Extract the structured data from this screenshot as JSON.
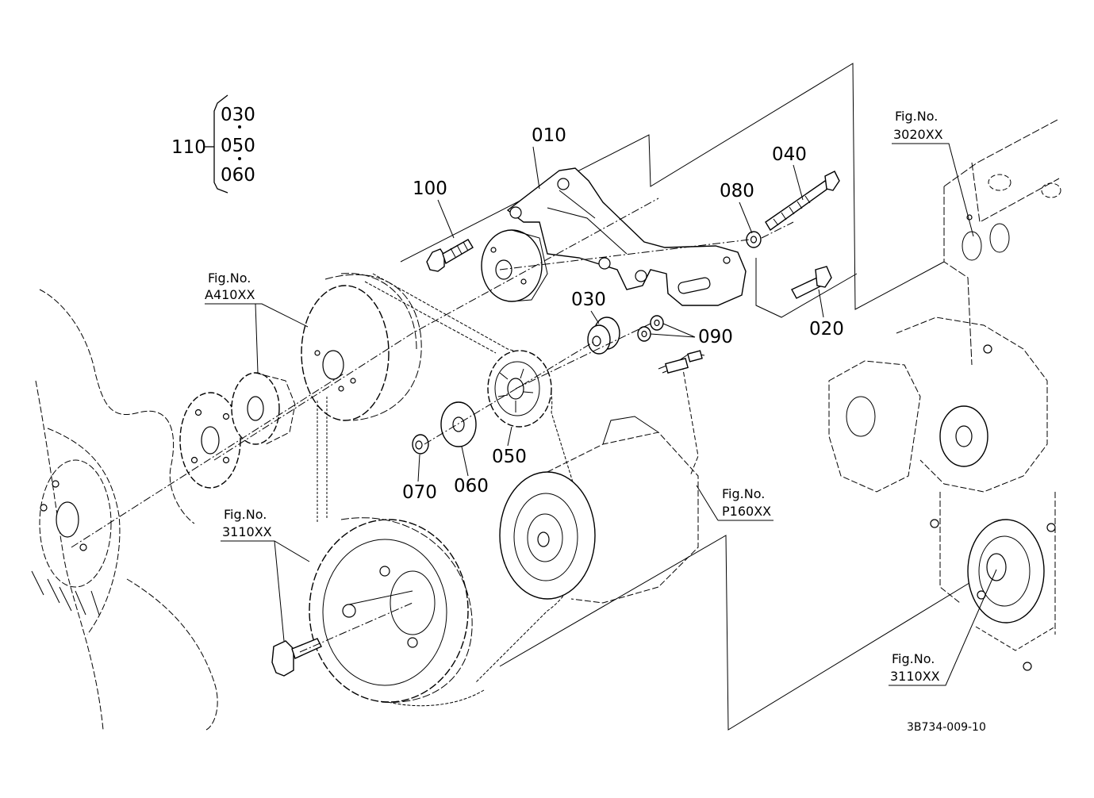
{
  "diagram": {
    "part_labels": {
      "p010": "010",
      "p020": "020",
      "p030": "030",
      "p040": "040",
      "p050": "050",
      "p060": "060",
      "p070": "070",
      "p080": "080",
      "p090": "090",
      "p100": "100",
      "p110": "110"
    },
    "assembly_110": {
      "label": "110",
      "members": [
        "030",
        "050",
        "060"
      ]
    },
    "figure_refs": {
      "a410": {
        "title": "Fig.No.",
        "number": "A410XX"
      },
      "r3110_left": {
        "title": "Fig.No.",
        "number": "3110XX"
      },
      "p160": {
        "title": "Fig.No.",
        "number": "P160XX"
      },
      "r3020": {
        "title": "Fig.No.",
        "number": "3020XX"
      },
      "r3110_right": {
        "title": "Fig.No.",
        "number": "3110XX"
      }
    },
    "drawing_code": "3B734-009-10"
  }
}
